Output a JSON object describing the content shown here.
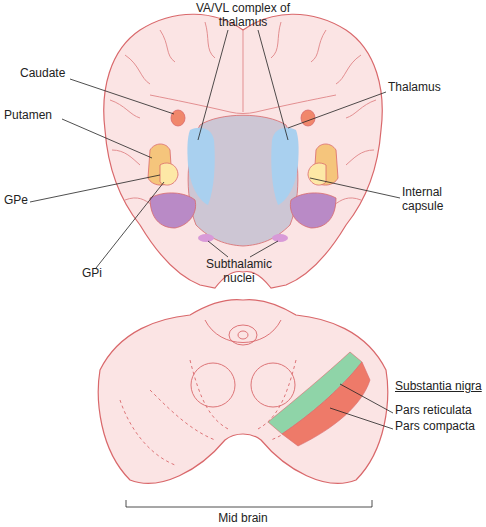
{
  "diagram": {
    "labels": [
      "VA/VL complex of thalamus",
      "Caudate",
      "Thalamus",
      "Putamen",
      "GPe",
      "Internal capsule",
      "GPi",
      "Subthalamic nuclei",
      "Substantia nigra",
      "Pars reticulata",
      "Pars compacta",
      "Mid brain"
    ]
  }
}
